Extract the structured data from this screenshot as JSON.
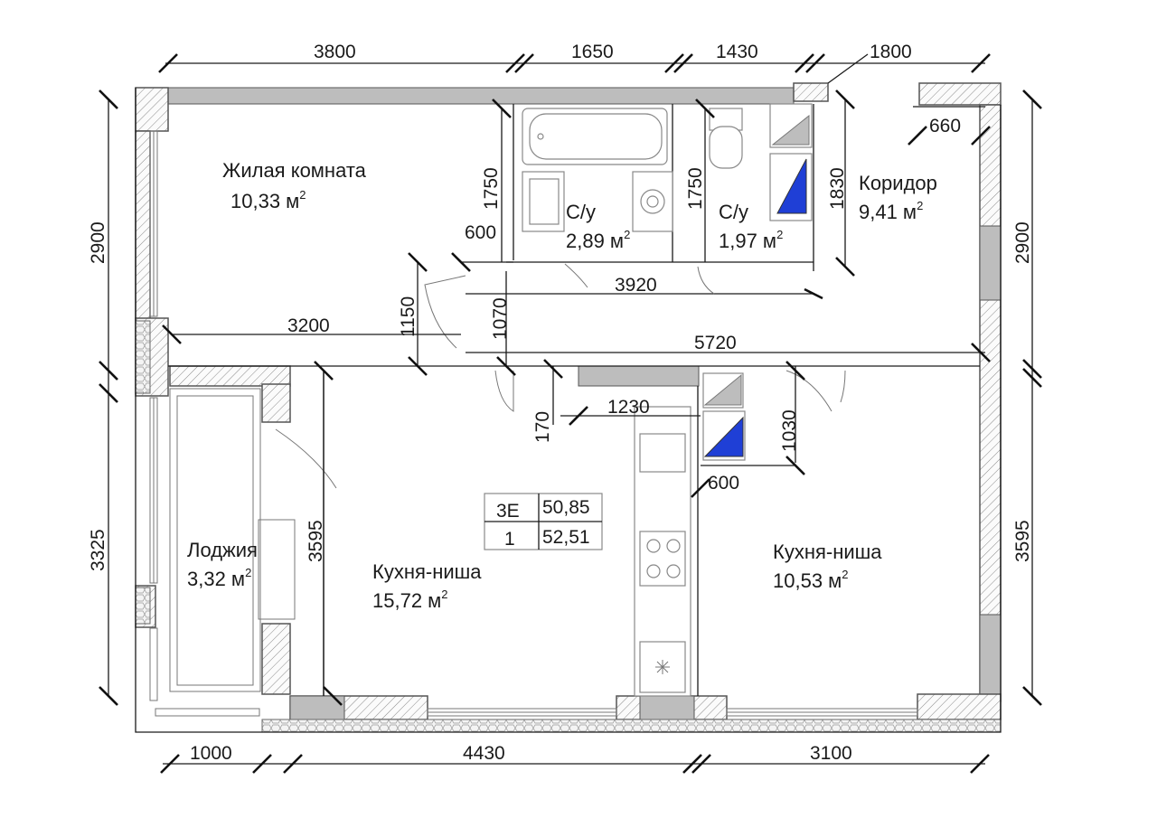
{
  "dimensions": {
    "top_1": "3800",
    "top_2": "1650",
    "top_3": "1430",
    "top_4": "1800",
    "left_upper": "2900",
    "left_lower": "3325",
    "right_upper": "2900",
    "right_lower": "3595",
    "bottom_1": "1000",
    "bottom_2": "4430",
    "bottom_3": "3100",
    "bath_height": "1750",
    "wc_height": "1750",
    "shaft_height": "1830",
    "corridor_660": "660",
    "door_600_a": "600",
    "door_1150": "1150",
    "door_1070": "1070",
    "room_3200": "3200",
    "corr_3920": "3920",
    "corr_5720": "5720",
    "kitchen_1230": "1230",
    "kitchen_170": "170",
    "kitchen_1030": "1030",
    "kitchen_600": "600",
    "kitchen_3595": "3595"
  },
  "rooms": {
    "living_name": "Жилая комната",
    "living_area": "10,33 м",
    "bath_name": "С/у",
    "bath_area": "2,89 м",
    "wc_name": "С/у",
    "wc_area": "1,97 м",
    "corridor_name": "Коридор",
    "corridor_area": "9,41 м",
    "loggia_name": "Лоджия",
    "loggia_area": "3,32 м",
    "kitchen1_name": "Кухня-ниша",
    "kitchen1_area": "15,72 м",
    "kitchen2_name": "Кухня-ниша",
    "kitchen2_area": "10,53 м",
    "sq": "2"
  },
  "table": {
    "type": "3Е",
    "area1": "50,85",
    "floor": "1",
    "area2": "52,51"
  }
}
